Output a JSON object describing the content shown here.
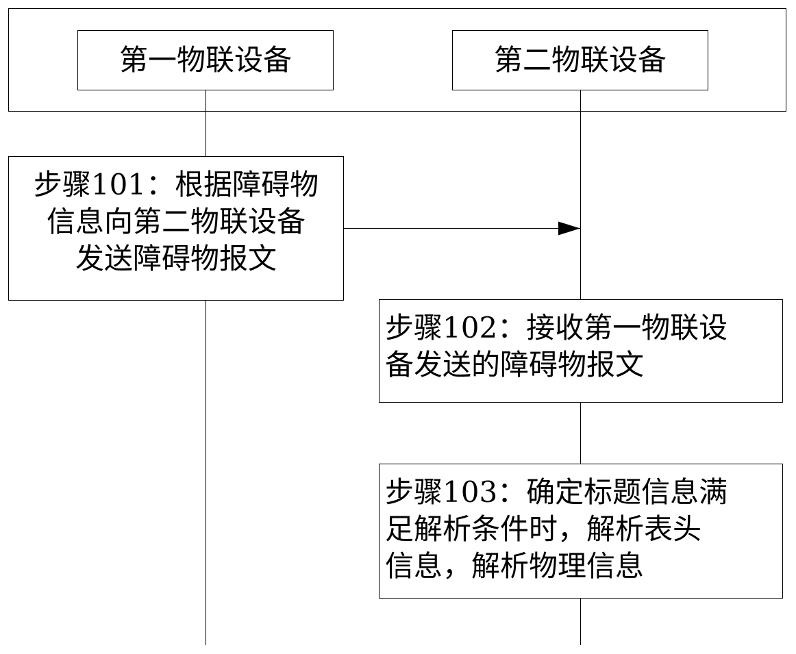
{
  "participants": [
    {
      "label": "第一物联设备"
    },
    {
      "label": "第二物联设备"
    }
  ],
  "steps": [
    {
      "lines": [
        "步骤101：根据障碍物",
        "信息向第二物联设备",
        "发送障碍物报文"
      ]
    },
    {
      "lines": [
        "步骤102：接收第一物联设",
        "备发送的障碍物报文"
      ]
    },
    {
      "lines": [
        "步骤103：确定标题信息满",
        "足解析条件时，解析表头",
        "信息，解析物理信息"
      ]
    }
  ],
  "messages": [
    {
      "from": "第一物联设备",
      "to": "第二物联设备"
    }
  ]
}
